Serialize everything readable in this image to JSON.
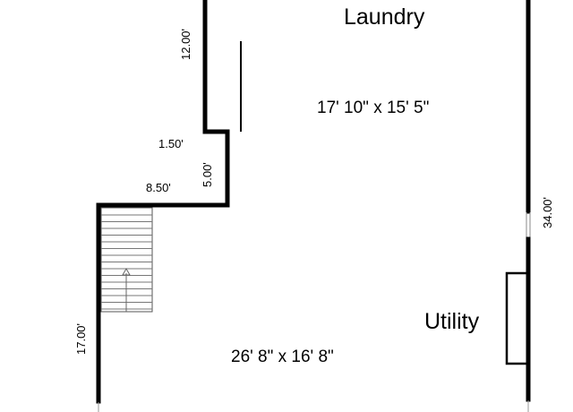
{
  "rooms": {
    "laundry": {
      "name": "Laundry",
      "size": "17' 10\" x 15' 5\""
    },
    "utility": {
      "name": "Utility",
      "size": "26' 8\" x 16' 8\""
    }
  },
  "dimensions": {
    "d1": "12.00'",
    "d2": "1.50'",
    "d3": "5.00'",
    "d4": "8.50'",
    "d5": "17.00'",
    "d6": "34.00'"
  },
  "stairs": {
    "direction": "up"
  }
}
